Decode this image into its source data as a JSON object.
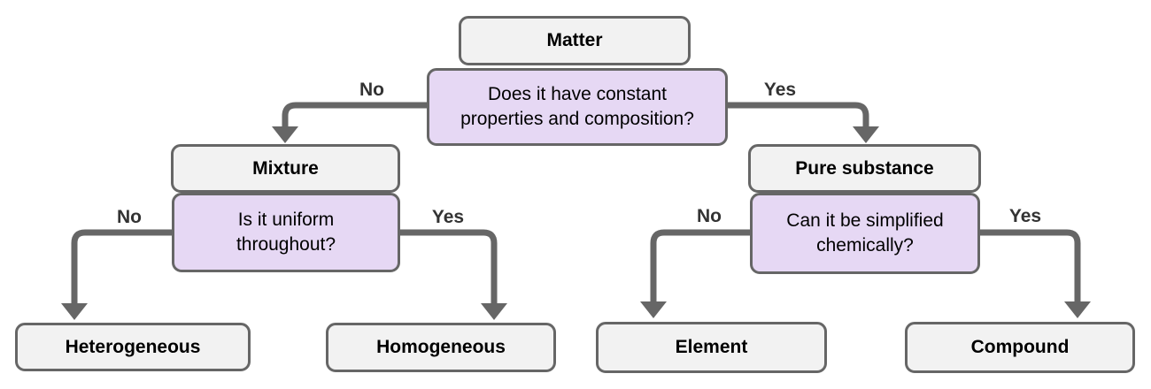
{
  "colors": {
    "node_border": "#666666",
    "arrow": "#666666",
    "terminal_fill": "#f2f2f2",
    "question_fill": "#e6d8f4",
    "text": "#000000"
  },
  "flowchart": {
    "nodes": {
      "matter": {
        "label": "Matter",
        "type": "terminal"
      },
      "q_properties": {
        "label": "Does it have constant\nproperties and composition?",
        "type": "question"
      },
      "mixture": {
        "label": "Mixture",
        "type": "terminal"
      },
      "q_uniform": {
        "label": "Is it uniform\nthroughout?",
        "type": "question"
      },
      "pure_substance": {
        "label": "Pure substance",
        "type": "terminal"
      },
      "q_simplified": {
        "label": "Can it be simplified\nchemically?",
        "type": "question"
      },
      "heterogeneous": {
        "label": "Heterogeneous",
        "type": "terminal"
      },
      "homogeneous": {
        "label": "Homogeneous",
        "type": "terminal"
      },
      "element": {
        "label": "Element",
        "type": "terminal"
      },
      "compound": {
        "label": "Compound",
        "type": "terminal"
      }
    },
    "edges": {
      "properties_no": {
        "label": "No",
        "from": "q_properties",
        "to": "mixture"
      },
      "properties_yes": {
        "label": "Yes",
        "from": "q_properties",
        "to": "pure_substance"
      },
      "uniform_no": {
        "label": "No",
        "from": "q_uniform",
        "to": "heterogeneous"
      },
      "uniform_yes": {
        "label": "Yes",
        "from": "q_uniform",
        "to": "homogeneous"
      },
      "simplified_no": {
        "label": "No",
        "from": "q_simplified",
        "to": "element"
      },
      "simplified_yes": {
        "label": "Yes",
        "from": "q_simplified",
        "to": "compound"
      }
    }
  }
}
